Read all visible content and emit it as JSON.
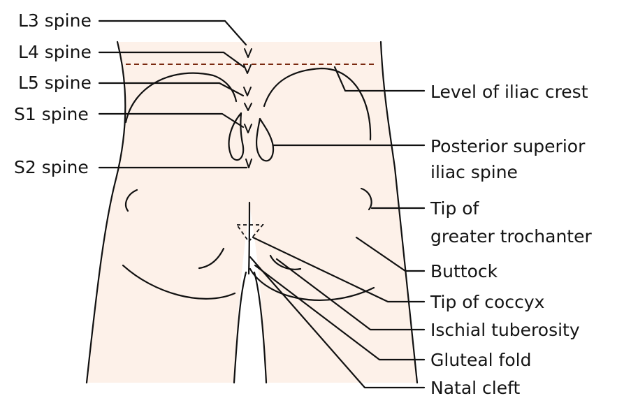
{
  "colors": {
    "background": "#ffffff",
    "skin": "#fdf1e9",
    "line": "#111111",
    "crest_line": "#7a2a10"
  },
  "labels_left": {
    "l3": "L3 spine",
    "l4": "L4 spine",
    "l5": "L5 spine",
    "s1": "S1 spine",
    "s2": "S2 spine"
  },
  "labels_right": {
    "iliac_crest": "Level of iliac crest",
    "psis_1": "Posterior superior",
    "psis_2": "iliac spine",
    "trochanter_1": "Tip of",
    "trochanter_2": "greater trochanter",
    "buttock": "Buttock",
    "coccyx": "Tip of coccyx",
    "ischial": "Ischial tuberosity",
    "gluteal_fold": "Gluteal fold",
    "natal_cleft": "Natal cleft"
  }
}
